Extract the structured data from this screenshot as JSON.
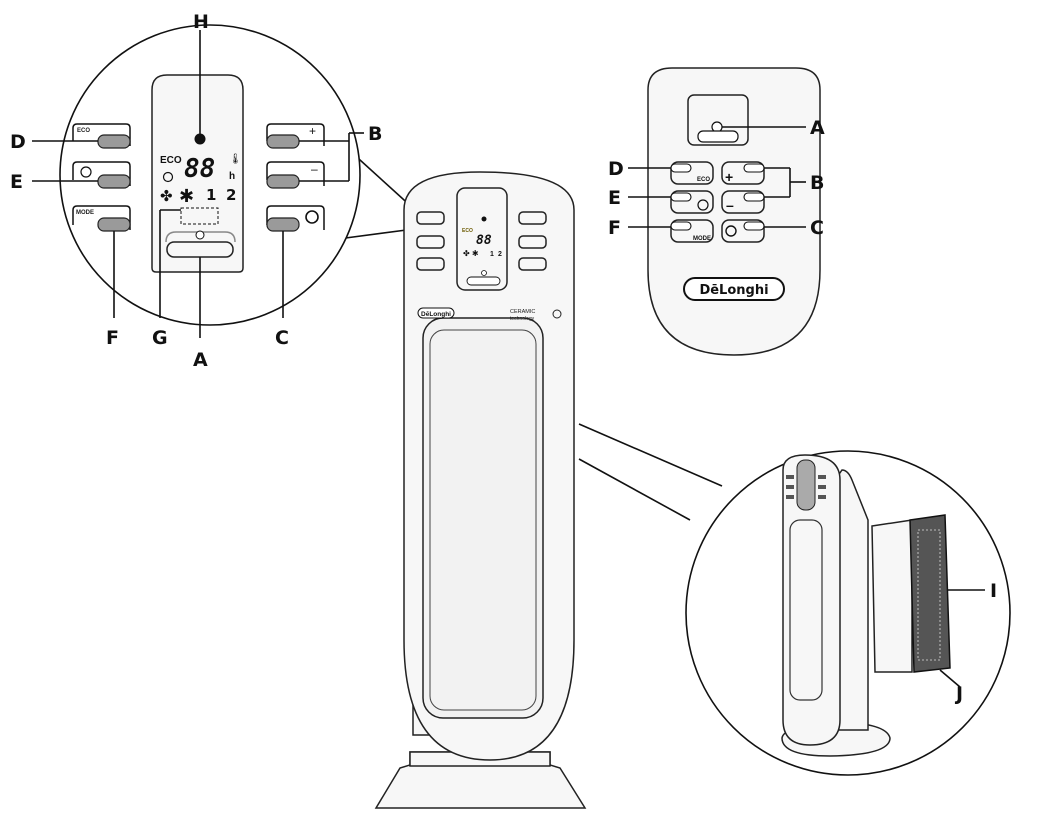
{
  "labels": {
    "zoom_panel": {
      "H": "H",
      "D": "D",
      "E": "E",
      "B": "B",
      "F": "F",
      "G": "G",
      "A": "A",
      "C": "C"
    },
    "remote": {
      "A": "A",
      "D": "D",
      "B": "B",
      "E": "E",
      "F": "F",
      "C": "C"
    },
    "side_view": {
      "I": "I",
      "J": "J"
    }
  },
  "display": {
    "eco": "ECO",
    "digits": "88",
    "hour_unit": "h",
    "speed_1": "1",
    "speed_2": "2",
    "mode": "MODE"
  },
  "remote_keys": {
    "plus": "+",
    "minus": "–",
    "eco": "ECO",
    "mode": "MODE"
  },
  "brand": {
    "logo": "DēLonghi",
    "ceramic": "CERAMIC",
    "technology": "technology"
  }
}
